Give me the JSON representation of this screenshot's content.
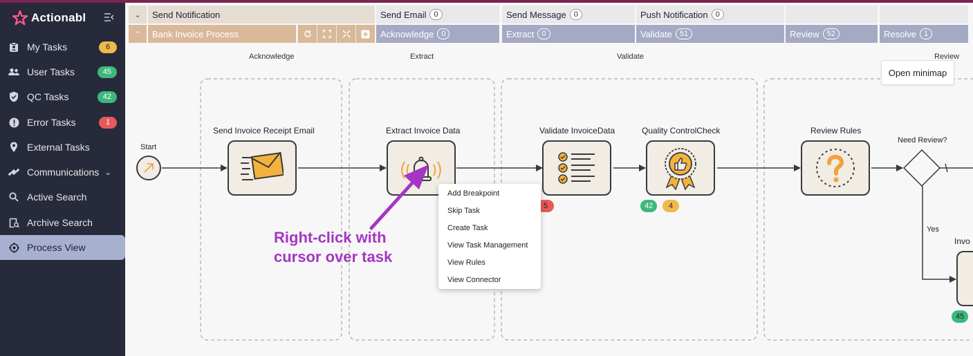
{
  "app": {
    "name": "Actionabl"
  },
  "sidebar": {
    "items": [
      {
        "label": "My Tasks",
        "badge": "6",
        "icon": "clipboard-icon"
      },
      {
        "label": "User Tasks",
        "badge": "45",
        "icon": "users-icon"
      },
      {
        "label": "QC Tasks",
        "badge": "42",
        "icon": "shield-check-icon"
      },
      {
        "label": "Error Tasks",
        "badge": "1",
        "icon": "alert-icon"
      },
      {
        "label": "External Tasks",
        "icon": "pin-icon"
      },
      {
        "label": "Communications",
        "icon": "satellite-icon"
      },
      {
        "label": "Active Search",
        "icon": "search-icon"
      },
      {
        "label": "Archive Search",
        "icon": "archive-search-icon"
      },
      {
        "label": "Process View",
        "icon": "process-icon"
      }
    ]
  },
  "header": {
    "row1": {
      "process": "Send Notification",
      "stages": [
        {
          "label": "Send Email",
          "count": "0"
        },
        {
          "label": "Send Message",
          "count": "0"
        },
        {
          "label": "Push Notification",
          "count": "0"
        }
      ]
    },
    "row2": {
      "process": "Bank Invoice Process",
      "stages": [
        {
          "label": "Acknowledge",
          "count": "0"
        },
        {
          "label": "Extract",
          "count": "0"
        },
        {
          "label": "Validate",
          "count": "51"
        },
        {
          "label": "Review",
          "count": "52"
        },
        {
          "label": "Resolve",
          "count": "1"
        }
      ]
    }
  },
  "canvas": {
    "stages": [
      "Acknowledge",
      "Extract",
      "Validate",
      "Review"
    ],
    "start_label": "Start",
    "tasks": [
      "Send Invoice Receipt Email",
      "Extract Invoice Data",
      "Validate InvoiceData",
      "Quality ControlCheck",
      "Review Rules"
    ],
    "gateway_label": "Need Review?",
    "yes_label": "Yes",
    "partial_label": "Invo",
    "badges": {
      "validate_error": "5",
      "qc_green": "42",
      "qc_yellow": "4",
      "partial_green": "45"
    },
    "minimap_label": "Open minimap"
  },
  "context_menu": {
    "items": [
      "Add Breakpoint",
      "Skip Task",
      "Create Task",
      "View Task Management",
      "View Rules",
      "View Connector"
    ]
  },
  "annotation": {
    "line1": "Right-click with",
    "line2": "cursor over task"
  },
  "colors": {
    "sidebar_bg": "#272a3a",
    "active_nav": "#a8b0cf",
    "process_tan": "#d9b99a",
    "stage_blue": "#a4aac4",
    "annotation_purple": "#a436c4"
  }
}
